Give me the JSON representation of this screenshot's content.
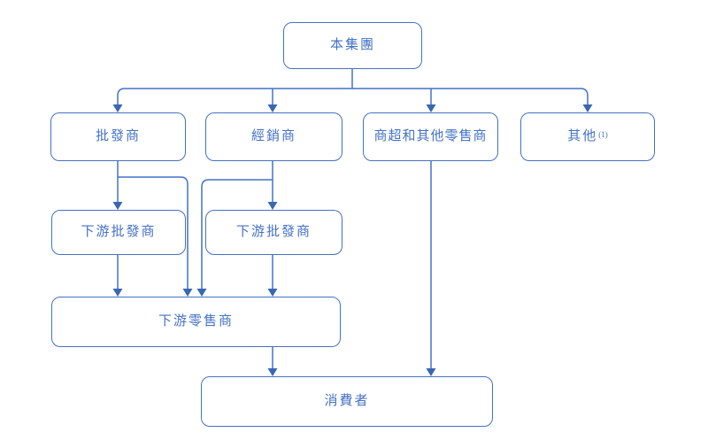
{
  "diagram": {
    "type": "flowchart",
    "accent_color": "#4472C4",
    "background_color": "#FFFFFF",
    "nodes": {
      "group": {
        "label": "本集團"
      },
      "wholesalers": {
        "label": "批發商"
      },
      "distributors": {
        "label": "經銷商"
      },
      "supermarkets": {
        "label": "商超和其他零售商"
      },
      "others": {
        "label": "其他",
        "footnote": "(1)"
      },
      "downstream_wholesalers_left": {
        "label": "下游批發商"
      },
      "downstream_wholesalers_right": {
        "label": "下游批發商"
      },
      "downstream_retailers": {
        "label": "下游零售商"
      },
      "consumers": {
        "label": "消費者"
      }
    },
    "edges": [
      {
        "from": "group",
        "to": "wholesalers"
      },
      {
        "from": "group",
        "to": "distributors"
      },
      {
        "from": "group",
        "to": "supermarkets"
      },
      {
        "from": "group",
        "to": "others"
      },
      {
        "from": "wholesalers",
        "to": "downstream_wholesalers_left"
      },
      {
        "from": "wholesalers",
        "to": "downstream_retailers"
      },
      {
        "from": "distributors",
        "to": "downstream_wholesalers_right"
      },
      {
        "from": "distributors",
        "to": "downstream_retailers"
      },
      {
        "from": "downstream_wholesalers_left",
        "to": "downstream_retailers"
      },
      {
        "from": "downstream_wholesalers_right",
        "to": "downstream_retailers"
      },
      {
        "from": "downstream_retailers",
        "to": "consumers"
      },
      {
        "from": "supermarkets",
        "to": "consumers"
      }
    ]
  }
}
